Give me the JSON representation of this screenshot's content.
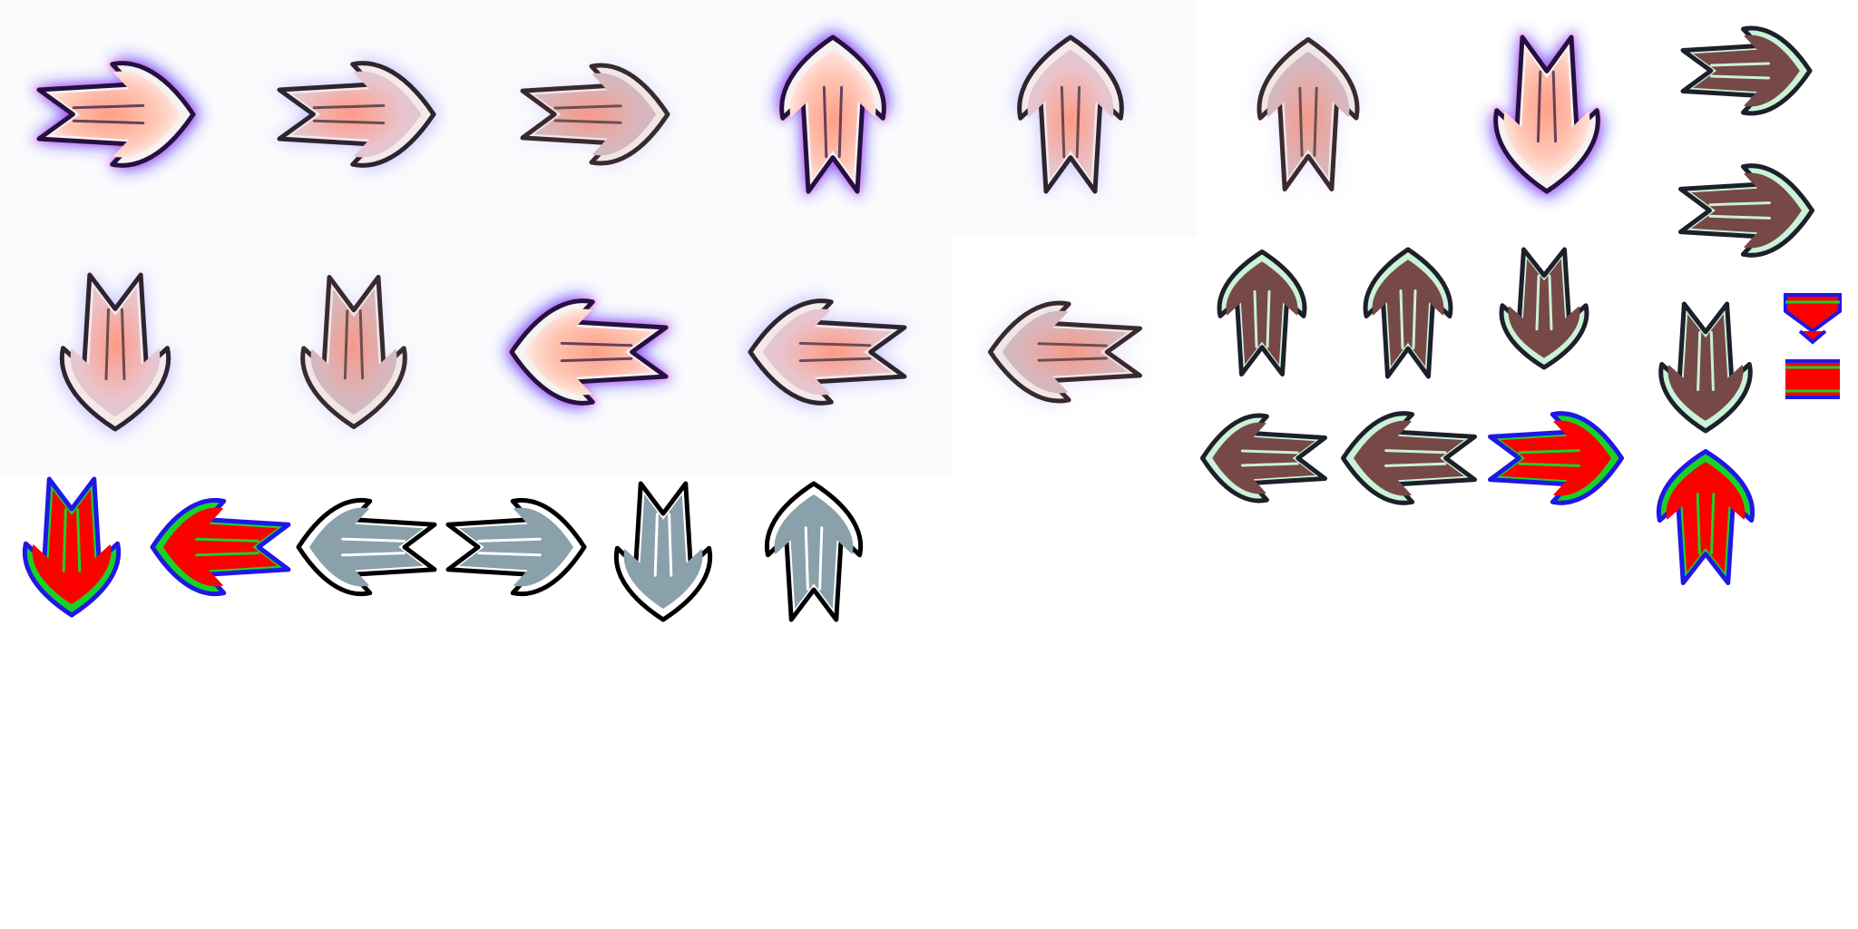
{
  "sheet": {
    "background": "#ffffff",
    "glow_cell_bg": "#fbfbfd",
    "styles": {
      "glow_bright": {
        "outline": "#25103f",
        "inner": "#f7f2f2",
        "center": "#ff9f86",
        "halo": "#3b2bff",
        "rim": "#ff4bd8"
      },
      "glow_pressed": {
        "outline": "#2e2430",
        "inner": "#f3e9e9",
        "center": "#ff9a86",
        "halo": "#8a7cff"
      },
      "glow_dim": {
        "outline": "#3a2a2d",
        "inner": "#efe6e6",
        "center": "#f59a8a",
        "halo": "#c9c4ff"
      },
      "brown": {
        "outline": "#1d1f2b",
        "inner": "#c9f2d7",
        "fill": "#774848"
      },
      "red": {
        "outline": "#1f17e6",
        "inner": "#19d226",
        "fill": "#ff0000"
      },
      "gray": {
        "outline": "#000000",
        "inner": "#ffffff",
        "fill": "#8aa0ab"
      }
    },
    "sprites": [
      {
        "dir": "right",
        "style": "glow_bright"
      },
      {
        "dir": "right",
        "style": "glow_pressed"
      },
      {
        "dir": "right",
        "style": "glow_dim"
      },
      {
        "dir": "up",
        "style": "glow_bright"
      },
      {
        "dir": "up",
        "style": "glow_pressed"
      },
      {
        "dir": "up",
        "style": "glow_dim"
      },
      {
        "dir": "down",
        "style": "glow_bright"
      },
      {
        "dir": "right",
        "style": "brown"
      },
      {
        "dir": "right",
        "style": "brown"
      },
      {
        "dir": "down",
        "style": "glow_pressed"
      },
      {
        "dir": "down",
        "style": "glow_dim"
      },
      {
        "dir": "left",
        "style": "glow_bright"
      },
      {
        "dir": "left",
        "style": "glow_pressed"
      },
      {
        "dir": "left",
        "style": "glow_dim"
      },
      {
        "dir": "up",
        "style": "brown"
      },
      {
        "dir": "up",
        "style": "brown"
      },
      {
        "dir": "down",
        "style": "brown"
      },
      {
        "dir": "down",
        "style": "brown"
      },
      {
        "dir": "left",
        "style": "brown"
      },
      {
        "dir": "left",
        "style": "brown"
      },
      {
        "dir": "right",
        "style": "red"
      },
      {
        "dir": "up",
        "style": "red"
      },
      {
        "dir": "down",
        "style": "red"
      },
      {
        "dir": "left",
        "style": "red"
      },
      {
        "dir": "left",
        "style": "gray"
      },
      {
        "dir": "right",
        "style": "gray"
      },
      {
        "dir": "down",
        "style": "gray"
      },
      {
        "dir": "up",
        "style": "gray"
      }
    ],
    "pieces": [
      {
        "name": "chevron-cap-piece",
        "style": "red"
      },
      {
        "name": "bar-segment-piece",
        "style": "red"
      }
    ]
  }
}
